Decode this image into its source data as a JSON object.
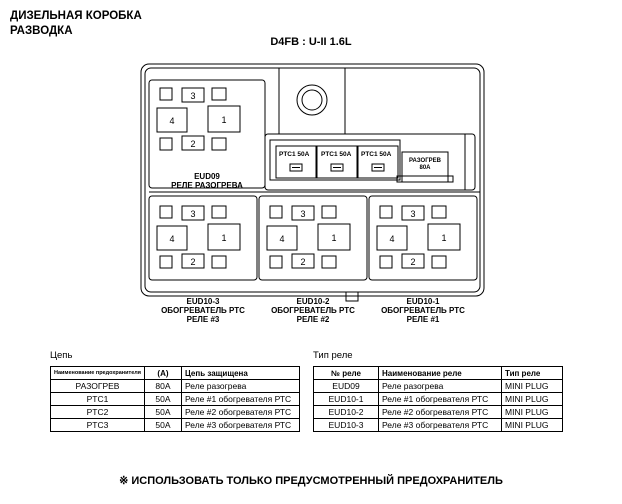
{
  "title_lines": [
    "ДИЗЕЛЬНАЯ КОРОБКА",
    "РАЗВОДКА"
  ],
  "model": "D4FB : U-II 1.6L",
  "relays": {
    "eud09": {
      "id": "EUD09",
      "name": "РЕЛЕ РАЗОГРЕВА",
      "pins": [
        "1",
        "2",
        "3",
        "4"
      ]
    },
    "eud10_3": {
      "id": "EUD10-3",
      "name1": "ОБОГРЕВАТЕЛЬ РТС",
      "name2": "РЕЛЕ #3",
      "pins": [
        "1",
        "2",
        "3",
        "4"
      ]
    },
    "eud10_2": {
      "id": "EUD10-2",
      "name1": "ОБОГРЕВАТЕЛЬ РТС",
      "name2": "РЕЛЕ #2",
      "pins": [
        "1",
        "2",
        "3",
        "4"
      ]
    },
    "eud10_1": {
      "id": "EUD10-1",
      "name1": "ОБОГРЕВАТЕЛЬ РТС",
      "name2": "РЕЛЕ #1",
      "pins": [
        "1",
        "2",
        "3",
        "4"
      ]
    }
  },
  "fuses": [
    {
      "label": "PTC1 50A"
    },
    {
      "label": "PTC1 50A"
    },
    {
      "label": "PTC1 50A"
    }
  ],
  "main_fuse": {
    "label1": "РАЗОГРЕВ",
    "label2": "80A"
  },
  "circuit_table": {
    "title": "Цепь",
    "headers": [
      "Наименование предохранителя",
      "(A)",
      "Цепь защищена"
    ],
    "rows": [
      [
        "РАЗОГРЕВ",
        "80A",
        "Реле разогрева"
      ],
      [
        "PTC1",
        "50A",
        "Реле  #1 обогревателя РТС"
      ],
      [
        "PTC2",
        "50A",
        "Реле #2 обогревателя РТС"
      ],
      [
        "PTC3",
        "50A",
        "Реле #3 обогревателя РТС"
      ]
    ]
  },
  "relay_table": {
    "title": "Тип реле",
    "headers": [
      "№ реле",
      "Наименование реле",
      "Тип реле"
    ],
    "rows": [
      [
        "EUD09",
        "Реле разогрева",
        "MINI PLUG"
      ],
      [
        "EUD10-1",
        "Реле  #1 обогревателя РТС",
        "MINI PLUG"
      ],
      [
        "EUD10-2",
        "Реле #2 обогревателя РТС",
        "MINI PLUG"
      ],
      [
        "EUD10-3",
        "Реле #3 обогревателя РТС",
        "MINI PLUG"
      ]
    ]
  },
  "note": "※ ИСПОЛЬЗОВАТЬ ТОЛЬКО ПРЕДУСМОТРЕННЫЙ ПРЕДОХРАНИТЕЛЬ"
}
